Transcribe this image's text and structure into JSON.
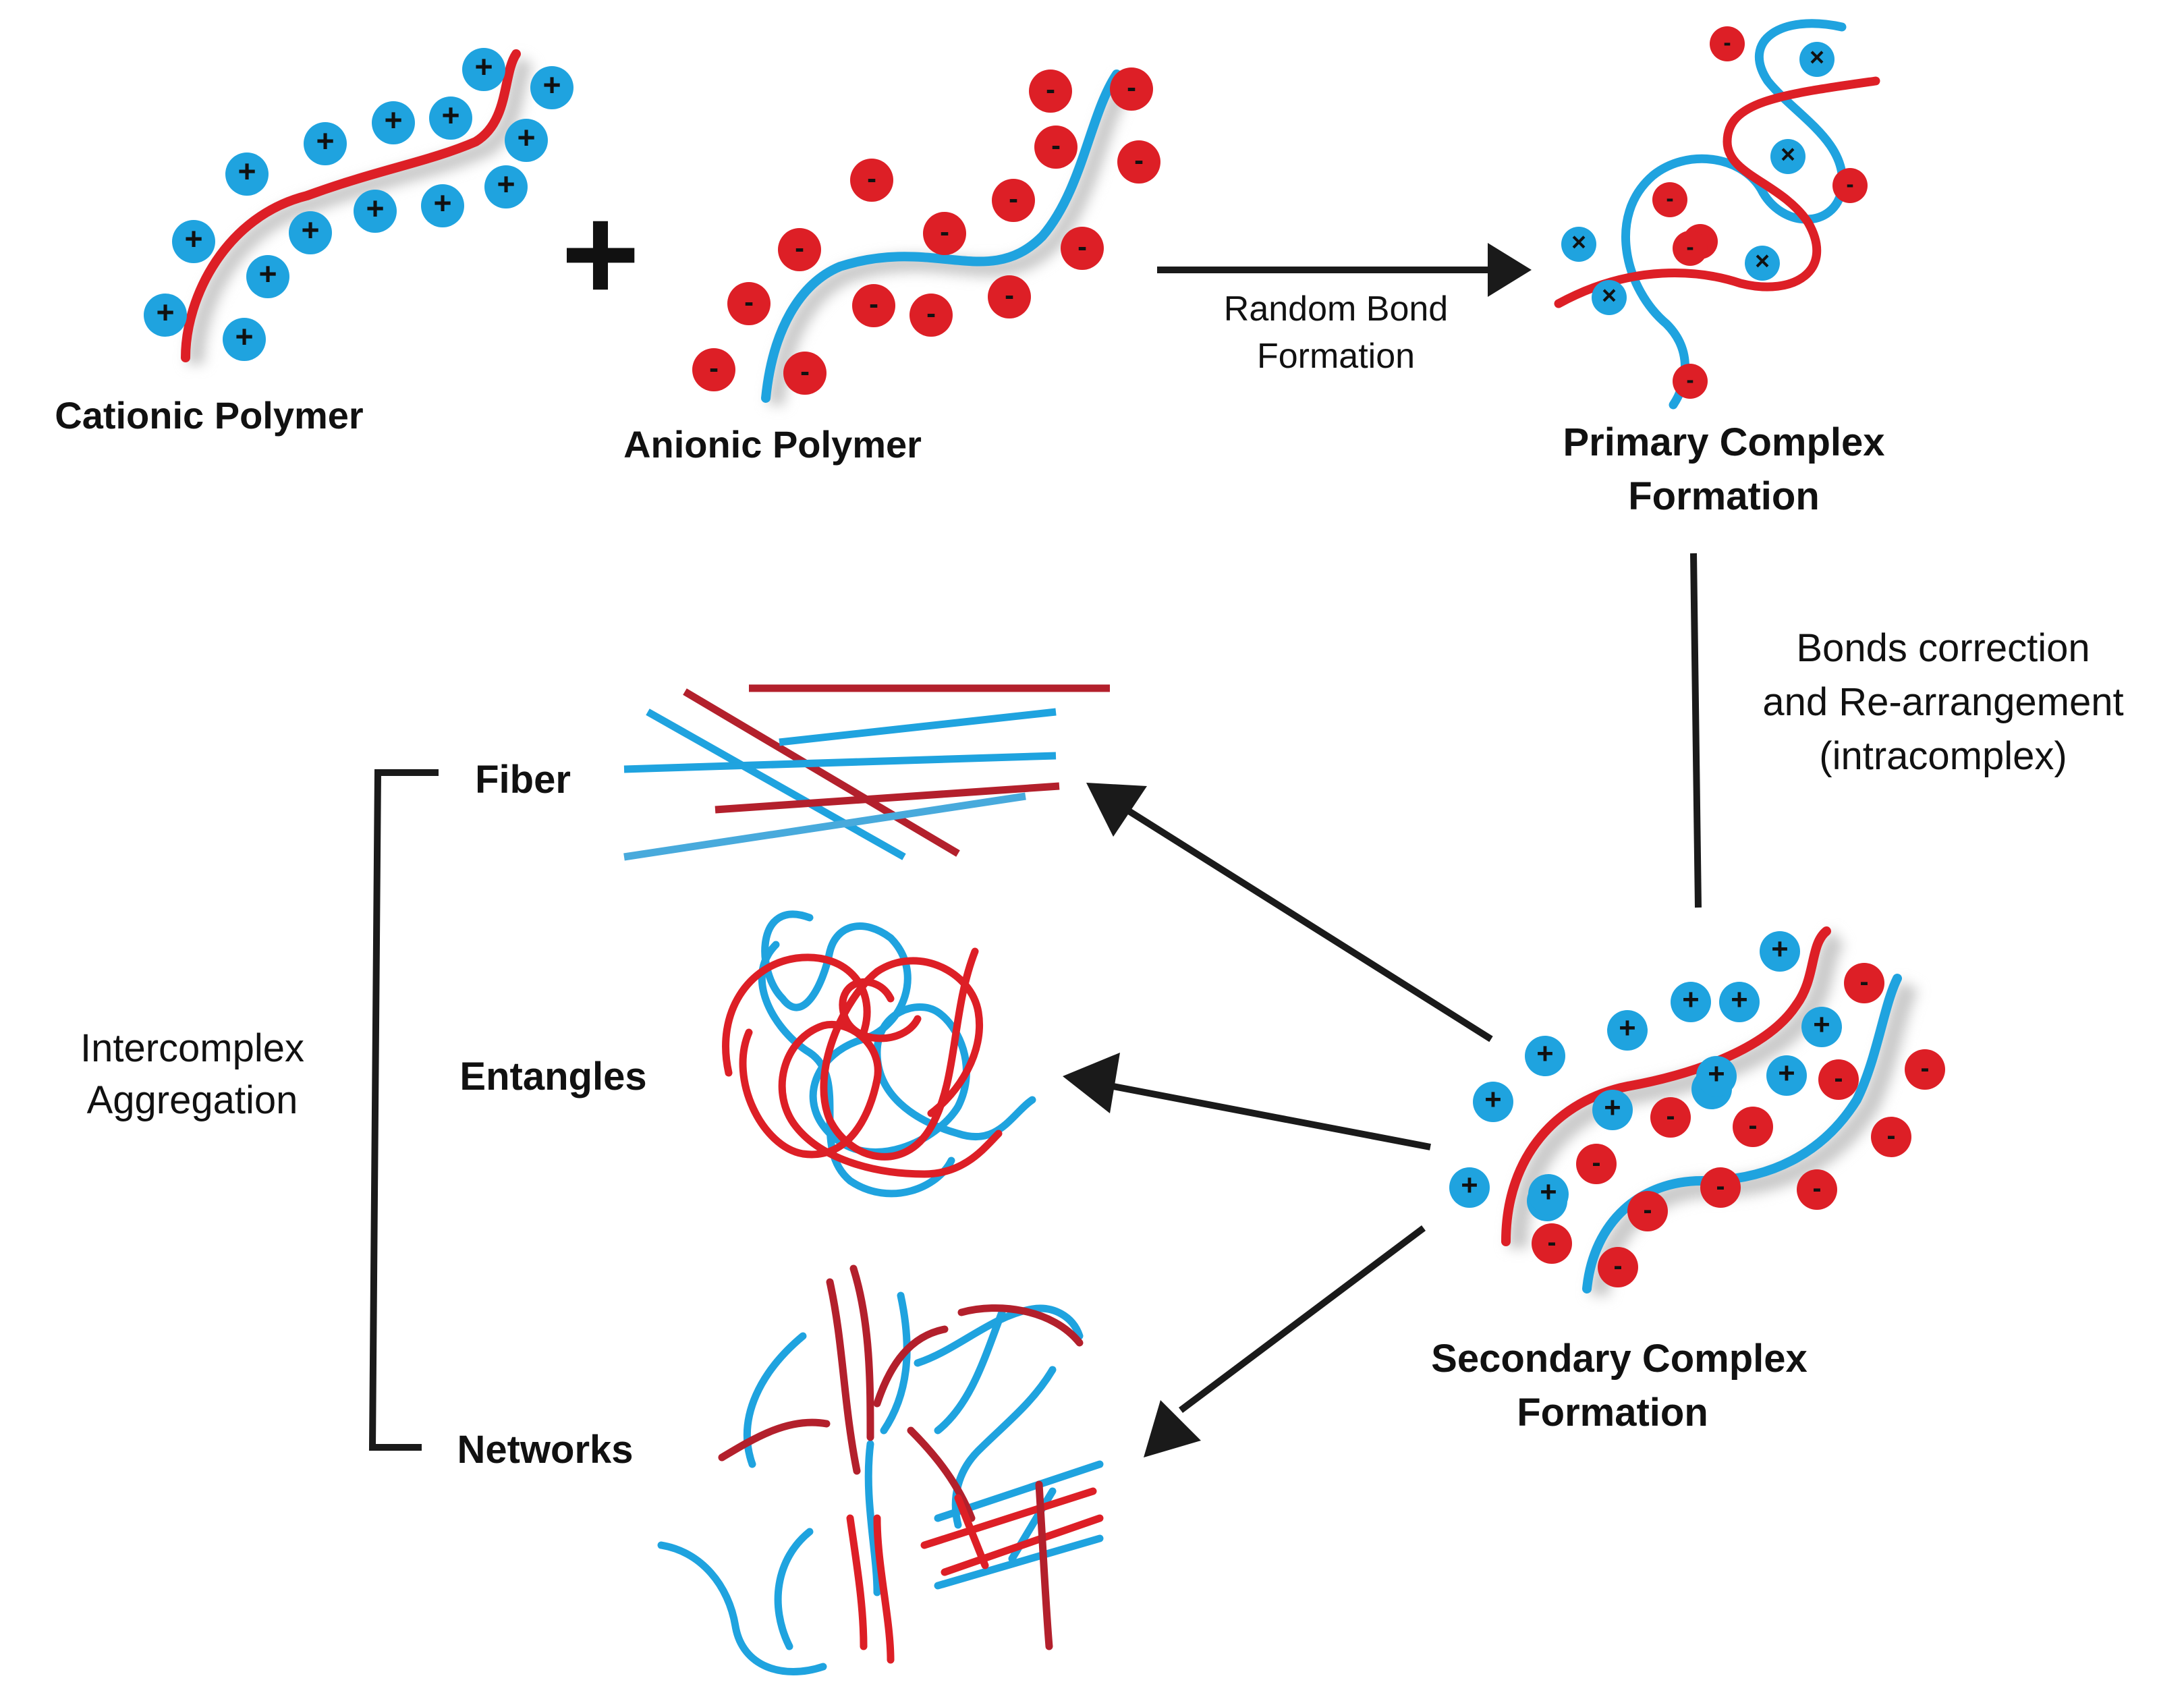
{
  "colors": {
    "cation_blue": "#1fa3df",
    "anion_red": "#dd1f26",
    "dark_red": "#b3202c",
    "line": "#1a1a1a",
    "shadow": "#c9c9c9"
  },
  "labels": {
    "cationic": "Cationic Polymer",
    "plus_sign": "+",
    "anionic": "Anionic Polymer",
    "random_bond": [
      "Random Bond",
      "Formation"
    ],
    "primary": [
      "Primary Complex",
      "Formation"
    ],
    "bonds_correction": [
      "Bonds correction",
      "and Re-arrangement",
      "(intracomplex)"
    ],
    "secondary": [
      "Secondary Complex",
      "Formation"
    ],
    "intercomplex": [
      "Intercomplex",
      "Aggregation"
    ],
    "fiber": "Fiber",
    "entangles": "Entangles",
    "networks": "Networks"
  },
  "charge_symbols": {
    "positive": "+",
    "negative": "-",
    "bond": "×"
  },
  "icons": {
    "cationic_polymer": "cationic-polymer-icon",
    "anionic_polymer": "anionic-polymer-icon",
    "primary_complex": "primary-complex-icon",
    "secondary_complex": "secondary-complex-icon",
    "fiber": "fiber-icon",
    "entangles": "entangles-icon",
    "networks": "networks-icon"
  }
}
